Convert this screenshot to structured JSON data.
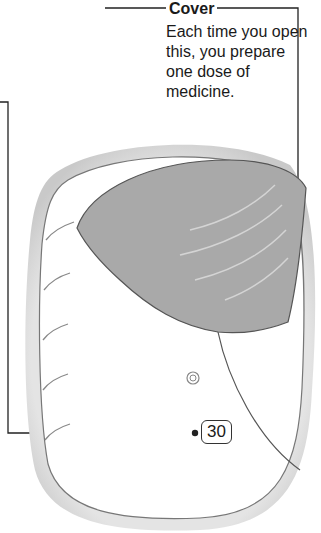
{
  "diagram": {
    "nodes": [
      {
        "text": [
          "30"
        ]
      }
    ],
    "labels": [
      "Cover",
      "Each time you open this, you prepare one dose of medicine."
    ]
  }
}
